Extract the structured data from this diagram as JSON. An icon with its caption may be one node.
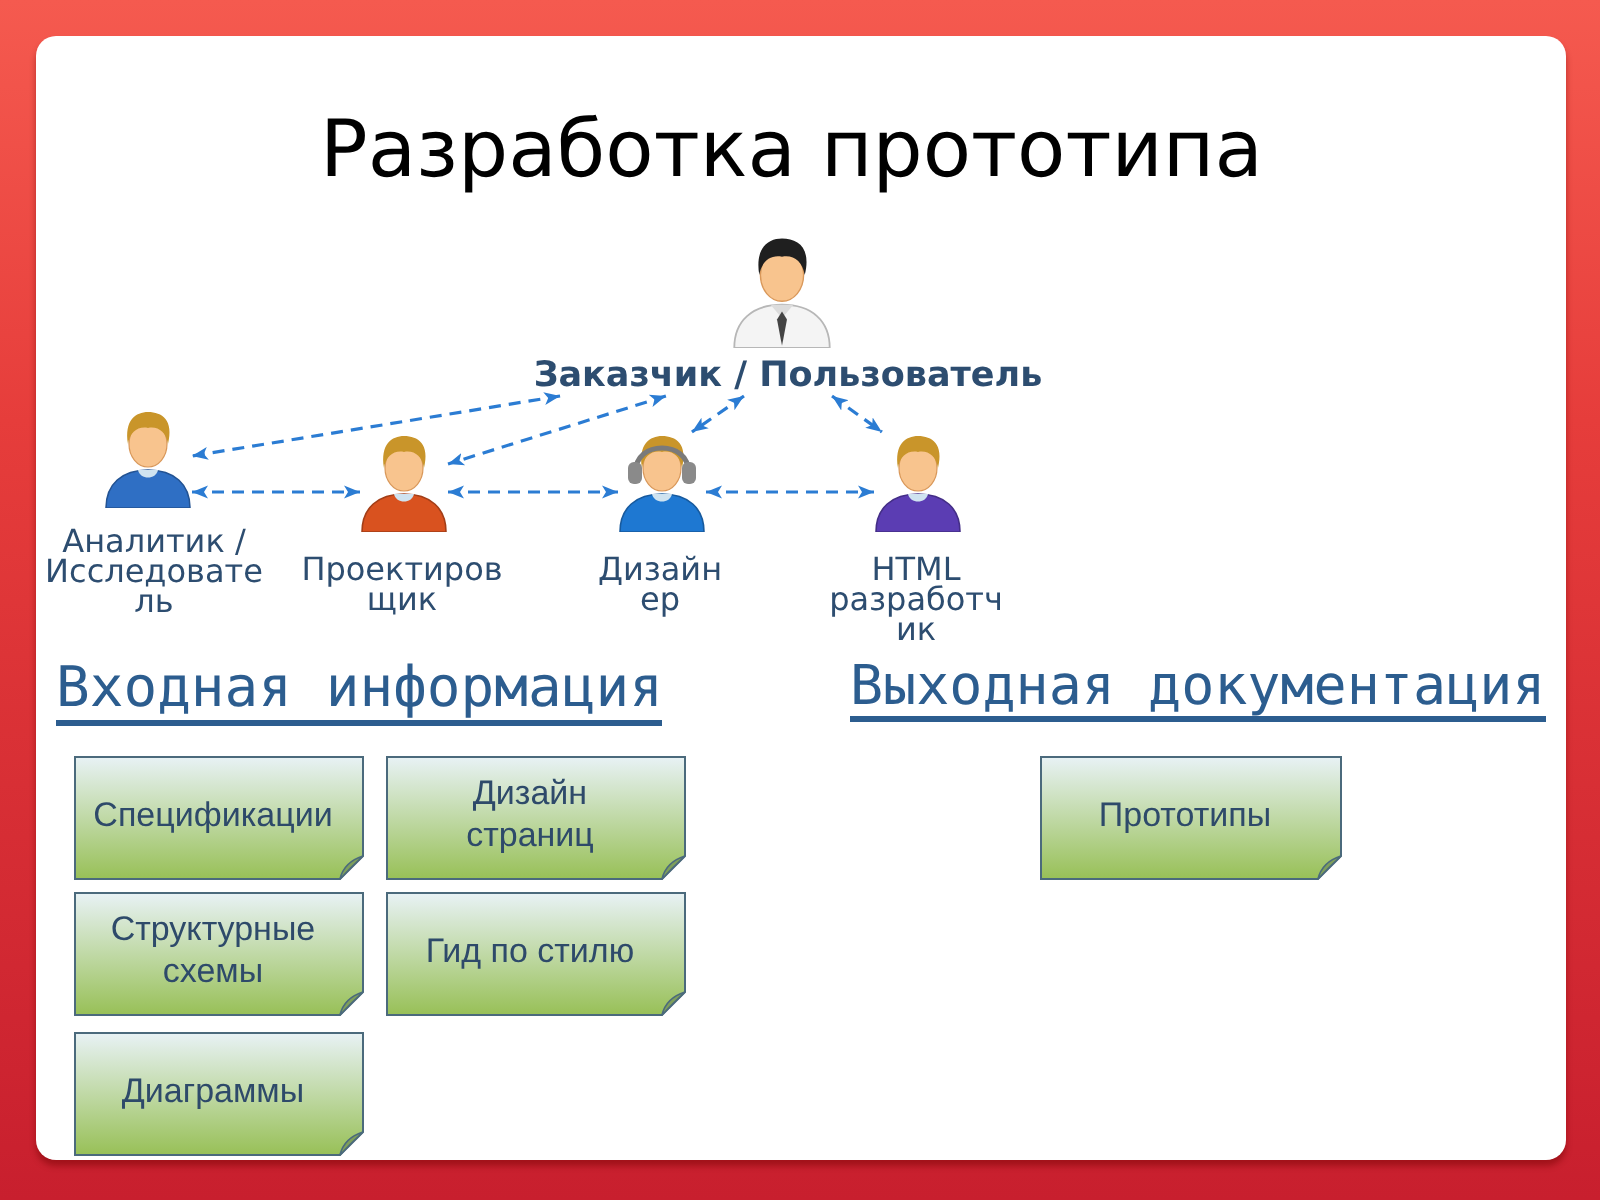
{
  "diagram": {
    "title": "Разработка прототипа",
    "nodes": [
      {
        "text": [
          "Заказчик / Пользователь"
        ]
      },
      {
        "text": [
          "Аналитик / Исследователь"
        ]
      },
      {
        "text": [
          "Проектировщик"
        ]
      },
      {
        "text": [
          "Дизайнер"
        ]
      },
      {
        "text": [
          "HTML разработчик"
        ]
      },
      {
        "text": [
          "Спецификации"
        ]
      },
      {
        "text": [
          "Дизайн страниц"
        ]
      },
      {
        "text": [
          "Структурные схемы"
        ]
      },
      {
        "text": [
          "Гид по стилю"
        ]
      },
      {
        "text": [
          "Диаграммы"
        ]
      },
      {
        "text": [
          "Прототипы"
        ]
      }
    ],
    "edges": [
      {
        "from": 0,
        "to": 1,
        "arrow": "both",
        "style": "dashed"
      },
      {
        "from": 0,
        "to": 2,
        "arrow": "both",
        "style": "dashed"
      },
      {
        "from": 0,
        "to": 3,
        "arrow": "both",
        "style": "dashed"
      },
      {
        "from": 0,
        "to": 4,
        "arrow": "both",
        "style": "dashed"
      },
      {
        "from": 1,
        "to": 2,
        "arrow": "both",
        "style": "dashed"
      },
      {
        "from": 2,
        "to": 3,
        "arrow": "both",
        "style": "dashed"
      },
      {
        "from": 3,
        "to": 4,
        "arrow": "both",
        "style": "dashed"
      }
    ],
    "labels": [
      "Входная информация",
      "Выходная документация"
    ]
  }
}
